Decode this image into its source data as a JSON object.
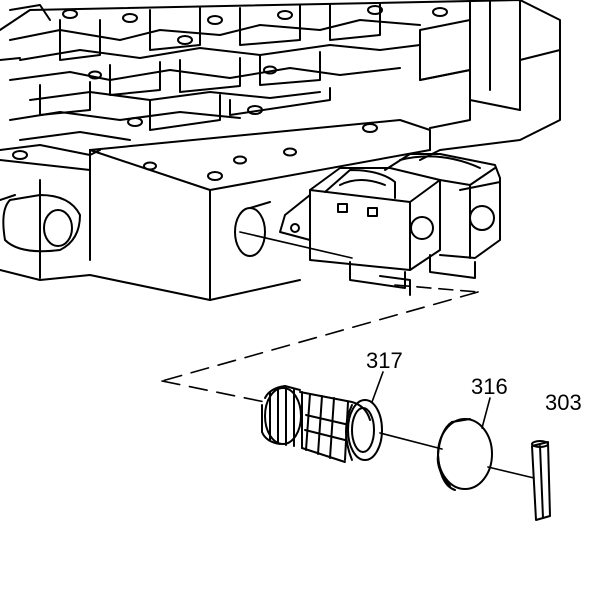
{
  "diagram": {
    "style": "black-and-white line-art exploded view",
    "callouts": [
      {
        "id": "317",
        "label": "317"
      },
      {
        "id": "316",
        "label": "316"
      },
      {
        "id": "303",
        "label": "303"
      }
    ],
    "colors": {
      "line": "#000000",
      "background": "#ffffff"
    }
  }
}
